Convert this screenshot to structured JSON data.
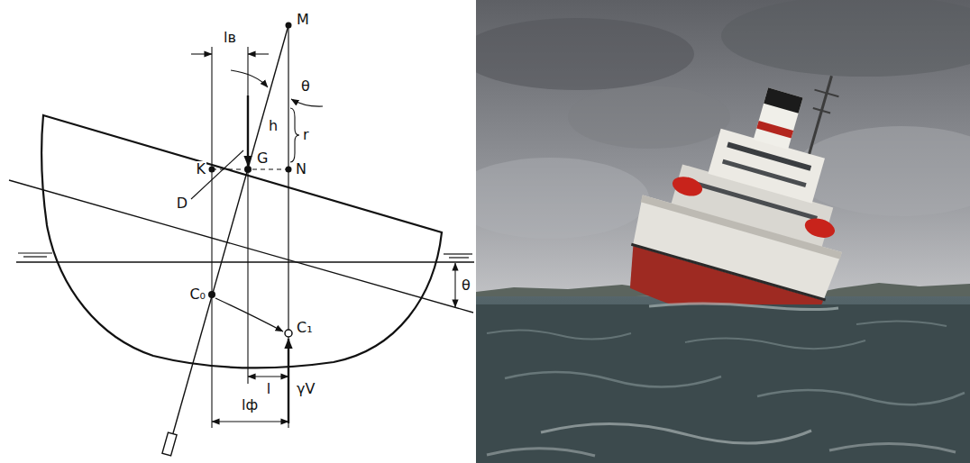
{
  "diagram": {
    "labels": [
      "lв",
      "M",
      "θ",
      "D",
      "h",
      "r",
      "K",
      "G",
      "N",
      "C₀",
      "C₁",
      "θ",
      "l",
      "lф",
      "γV"
    ]
  }
}
